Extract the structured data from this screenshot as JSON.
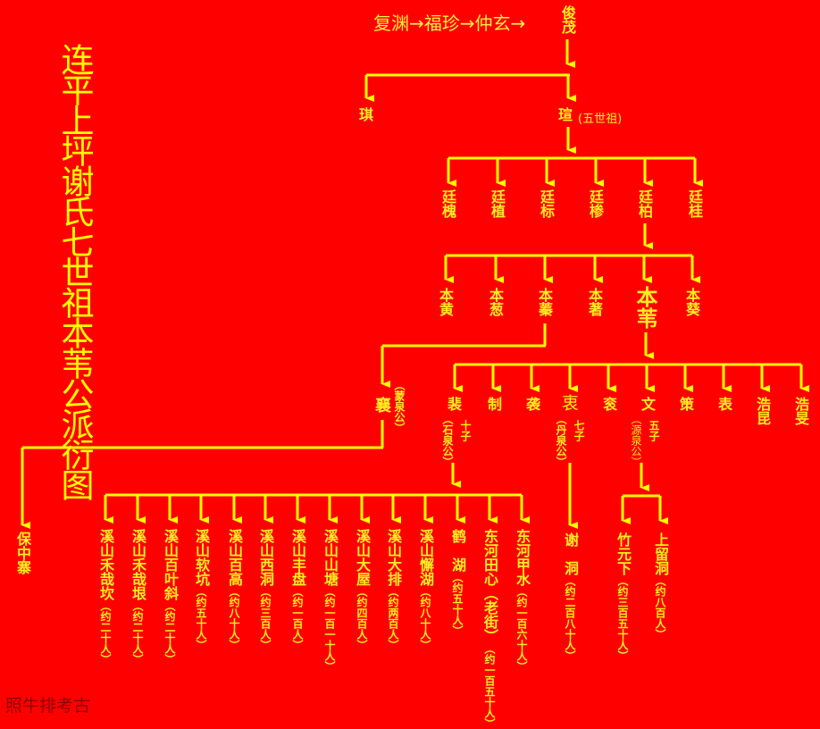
{
  "title": "连平上坪谢氏七世祖本苇公派衍图",
  "lineage_chain": "复渊→福珍→仲玄→",
  "gen1": {
    "name": "俊茂"
  },
  "gen2": [
    {
      "name": "琪"
    },
    {
      "name": "瑄",
      "note": "(五世祖)"
    }
  ],
  "gen3": [
    "廷槐",
    "廷植",
    "廷标",
    "廷椮",
    "廷柏",
    "廷桂"
  ],
  "gen4": [
    "本黄",
    "本葱",
    "本蓁",
    "本著",
    "本苇",
    "本葵"
  ],
  "xiang": {
    "name": "襄",
    "note": "（蒙泉公）"
  },
  "gen5": [
    {
      "name": "裴",
      "note": "（石泉公）",
      "sons": "十子"
    },
    {
      "name": "制"
    },
    {
      "name": "袭"
    },
    {
      "name": "衷",
      "note": "（丹泉公）",
      "sons": "七子"
    },
    {
      "name": "衮"
    },
    {
      "name": "文",
      "note": "（源泉公）",
      "sons": "五子"
    },
    {
      "name": "策"
    },
    {
      "name": "表"
    },
    {
      "name": "浩昆"
    },
    {
      "name": "浩旻"
    }
  ],
  "baozhongzhai": "保中寨",
  "villages_pei": [
    {
      "name": "溪山禾哉坎",
      "pop": "（约二十人）"
    },
    {
      "name": "溪山禾哉垠",
      "pop": "（约二十人）"
    },
    {
      "name": "溪山百叶斜",
      "pop": "（约二十人）"
    },
    {
      "name": "溪山软坑",
      "pop": "（约五十人）"
    },
    {
      "name": "溪山百高",
      "pop": "（约八十人）"
    },
    {
      "name": "溪山西洞",
      "pop": "（约三百人）"
    },
    {
      "name": "溪山丰盘",
      "pop": "（约一百人）"
    },
    {
      "name": "溪山山塘",
      "pop": "（约一百一十人）"
    },
    {
      "name": "溪山大屋",
      "pop": "（约四百人）"
    },
    {
      "name": "溪山大排",
      "pop": "（约两百人）"
    },
    {
      "name": "溪山懈湖",
      "pop": "（约八十人）"
    },
    {
      "name": "鹤　湖",
      "pop": "（约五十人）"
    },
    {
      "name": "东河田心（老街）",
      "pop": "（约一百五十人）"
    },
    {
      "name": "东河甲水",
      "pop": "（约一百六十人）"
    }
  ],
  "village_zhong": {
    "name": "谢　洞",
    "pop": "（约二百八十人）"
  },
  "villages_wen": [
    {
      "name": "竹元下",
      "pop": "（约三百五十人）"
    },
    {
      "name": "上留洞",
      "pop": "（约八百人）"
    }
  ],
  "credit": "照牛排考古",
  "colors": {
    "background": "#ff0000",
    "text": "#ffee22",
    "line": "#ffff00",
    "credit": "#8b0000"
  }
}
